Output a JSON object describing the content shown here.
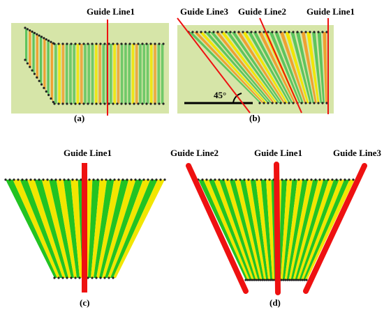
{
  "figure": {
    "panels": [
      {
        "id": "a",
        "caption": "(a)",
        "guide_lines": [
          "Guide Line1"
        ]
      },
      {
        "id": "b",
        "caption": "(b)",
        "guide_lines": [
          "Guide Line3",
          "Guide Line2",
          "Guide Line1"
        ],
        "angle_label": "45°"
      },
      {
        "id": "c",
        "caption": "(c)",
        "guide_lines": [
          "Guide Line1"
        ]
      },
      {
        "id": "d",
        "caption": "(d)",
        "guide_lines": [
          "Guide Line2",
          "Guide Line1",
          "Guide Line3"
        ]
      }
    ]
  },
  "colors": {
    "field_bg": "#d6e5a8",
    "stripe_green": "#5ec45e",
    "stripe_yellow": "#f2e600",
    "stripe_orange": "#f0a030",
    "stripe_bright_green": "#22c322",
    "guide_line": "#ee1111",
    "dot": "#222222"
  }
}
